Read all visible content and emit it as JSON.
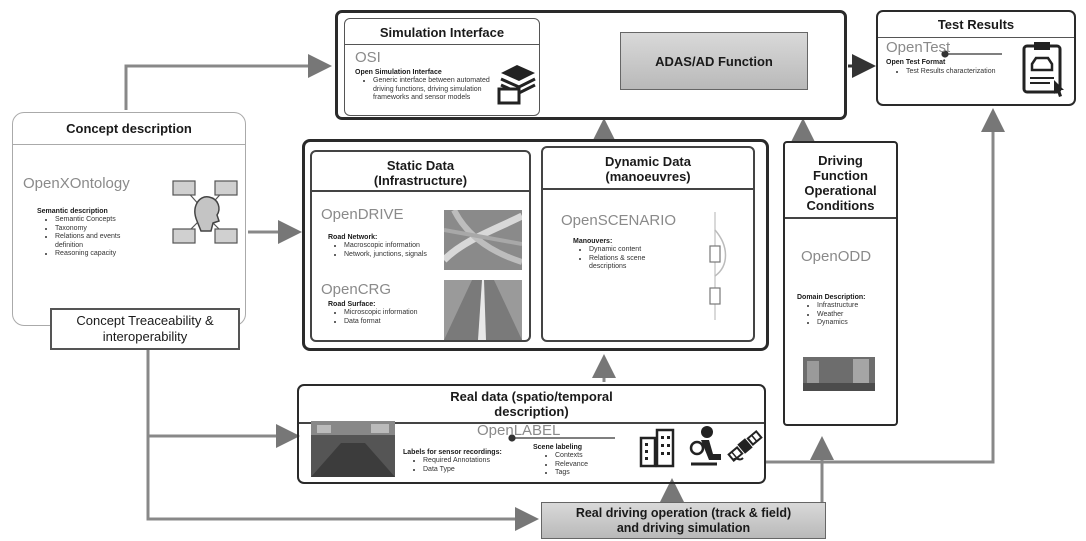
{
  "simulation_interface": {
    "title": "Simulation Interface",
    "std": "OSI",
    "subtitle": "Open Simulation Interface",
    "bullets": [
      "Generic interface between automated driving functions, driving simulation frameworks and sensor models"
    ]
  },
  "adas": {
    "label": "ADAS/AD Function"
  },
  "test_results": {
    "title": "Test Results",
    "std": "OpenTest",
    "subtitle": "Open Test Format",
    "bullets": [
      "Test Results characterization"
    ]
  },
  "concept": {
    "title": "Concept description",
    "std": "OpenXOntology",
    "subtitle": "Semantic description",
    "bullets": [
      "Semantic Concepts",
      "Taxonomy",
      "Relations and events definition",
      "Reasoning capacity"
    ],
    "traceability": "Concept Treaceability & interoperability"
  },
  "static_data": {
    "title": "Static Data (Infrastructure)",
    "opendrive": {
      "std": "OpenDRIVE",
      "subtitle": "Road Network:",
      "bullets": [
        "Macroscopic information",
        "Network, junctions, signals"
      ]
    },
    "opencrg": {
      "std": "OpenCRG",
      "subtitle": "Road Surface:",
      "bullets": [
        "Microscopic information",
        "Data format"
      ]
    }
  },
  "dynamic_data": {
    "title": "Dynamic Data (manoeuvres)",
    "std": "OpenSCENARIO",
    "subtitle": "Manouvers:",
    "bullets": [
      "Dynamic content",
      "Relations & scene descriptions"
    ]
  },
  "driving_function": {
    "title": "Driving Function Operational Conditions",
    "std": "OpenODD",
    "subtitle": "Domain Description:",
    "bullets": [
      "Infrastructure",
      "Weather",
      "Dynamics"
    ]
  },
  "real_data": {
    "title": "Real data (spatio/temporal description)",
    "std": "OpenLABEL",
    "sensor": {
      "subtitle": "Labels for sensor recordings:",
      "bullets": [
        "Required Annotations",
        "Data Type"
      ]
    },
    "scene": {
      "subtitle": "Scene labeling",
      "bullets": [
        "Contexts",
        "Relevance",
        "Tags"
      ]
    }
  },
  "real_driving": {
    "label": "Real driving operation (track & field) and driving simulation"
  },
  "icons": [
    "document-stack-icon",
    "clipboard-car-icon",
    "head-network-icon",
    "buildings-icon",
    "driver-icon",
    "satellite-icon"
  ],
  "colors": {
    "border": "#2a2a2a",
    "gray_text": "#8a8a8a",
    "gray_fill": "#c8c8c8"
  }
}
